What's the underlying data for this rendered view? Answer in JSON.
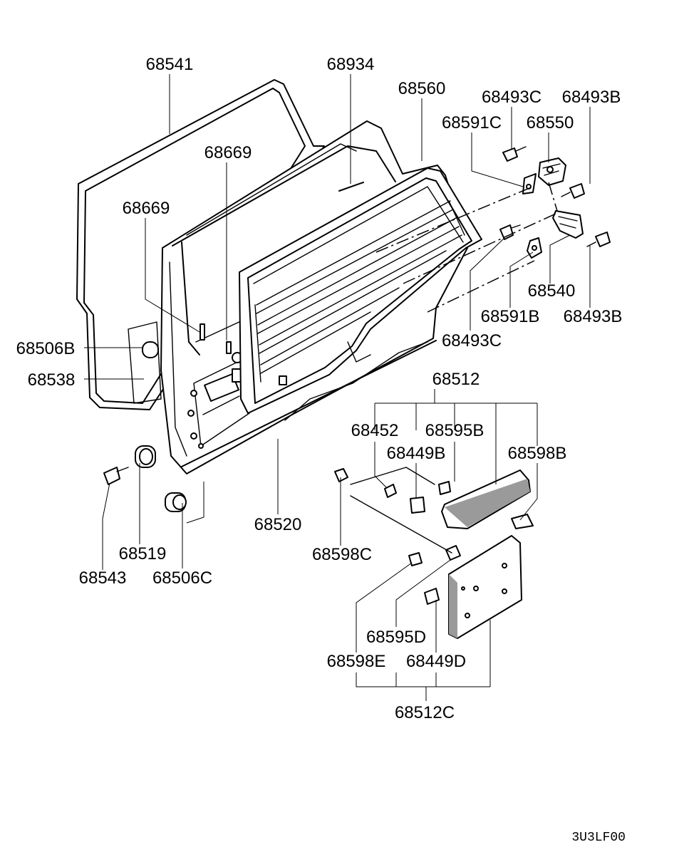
{
  "diagram": {
    "callouts": {
      "c68541": "68541",
      "c68934": "68934",
      "c68560": "68560",
      "c68493C_top": "68493C",
      "c68493B_top": "68493B",
      "c68591C": "68591C",
      "c68550": "68550",
      "c68669_a": "68669",
      "c68669_b": "68669",
      "c68540": "68540",
      "c68591B": "68591B",
      "c68493B_bot": "68493B",
      "c68493C_bot": "68493C",
      "c68506B": "68506B",
      "c68538": "68538",
      "c68512": "68512",
      "c68452": "68452",
      "c68595B": "68595B",
      "c68449B": "68449B",
      "c68598B": "68598B",
      "c68520": "68520",
      "c68519": "68519",
      "c68598C": "68598C",
      "c68543": "68543",
      "c68506C": "68506C",
      "c68595D": "68595D",
      "c68598E": "68598E",
      "c68449D": "68449D",
      "c68512C": "68512C"
    },
    "figure_code": "3U3LF00"
  }
}
